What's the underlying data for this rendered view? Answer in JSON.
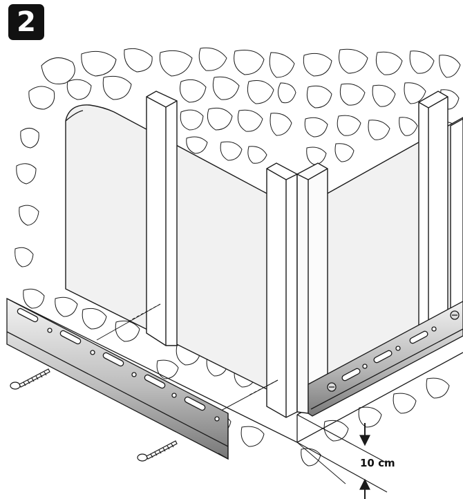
{
  "step": {
    "number": "2"
  },
  "measurement": {
    "value": "10 cm"
  },
  "colors": {
    "line": "#1a1a1a",
    "board": "#f1f1f1",
    "batten": "#fbfbfb",
    "rail_light": "#e4e4e4",
    "rail_dark": "#8e8e8e",
    "badge": "#111111"
  },
  "icons": [
    "stone-wall-texture",
    "wooden-batten",
    "metal-mounting-rail",
    "screw",
    "dimension-arrow"
  ]
}
